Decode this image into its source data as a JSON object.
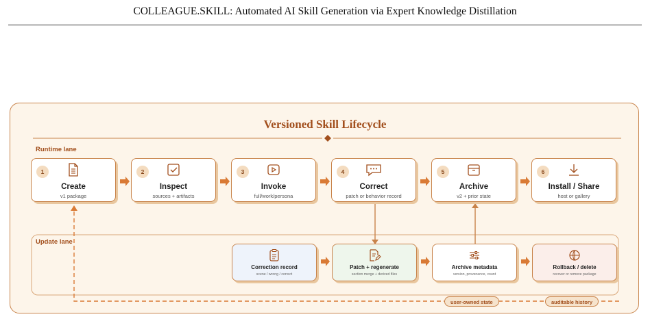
{
  "page_header": "COLLEAGUE.SKILL: Automated AI Skill Generation via Expert Knowledge Distillation",
  "diagram": {
    "title": "Versioned Skill Lifecycle",
    "runtime_lane": "Runtime lane",
    "update_lane": "Update lane",
    "steps": [
      {
        "num": "1",
        "name": "Create",
        "sub": "v1 package",
        "icon": "document-icon"
      },
      {
        "num": "2",
        "name": "Inspect",
        "sub": "sources + artifacts",
        "icon": "checkbox-icon"
      },
      {
        "num": "3",
        "name": "Invoke",
        "sub": "full/work/persona",
        "icon": "play-icon"
      },
      {
        "num": "4",
        "name": "Correct",
        "sub": "patch or behavior record",
        "icon": "chat-bubble-icon"
      },
      {
        "num": "5",
        "name": "Archive",
        "sub": "v2 + prior state",
        "icon": "archive-box-icon"
      },
      {
        "num": "6",
        "name": "Install / Share",
        "sub": "host or gallery",
        "icon": "download-icon"
      }
    ],
    "updates": [
      {
        "name": "Correction record",
        "sub": "scene / wrong / correct",
        "icon": "clipboard-icon",
        "fill": "#eef3fb"
      },
      {
        "name": "Patch + regenerate",
        "sub": "section merge + derived files",
        "icon": "edit-document-icon",
        "fill": "#eef6ec"
      },
      {
        "name": "Archive metadata",
        "sub": "version, provenance, count",
        "icon": "sliders-icon",
        "fill": "#ffffff"
      },
      {
        "name": "Rollback / delete",
        "sub": "recover or remove package",
        "icon": "globe-icon",
        "fill": "#fbeeea"
      }
    ],
    "pills": {
      "user_state": "user-owned state",
      "history": "auditable history"
    },
    "colors": {
      "accent": "#c8834a",
      "title": "#a24f1d",
      "background": "#fdf5ea"
    }
  }
}
